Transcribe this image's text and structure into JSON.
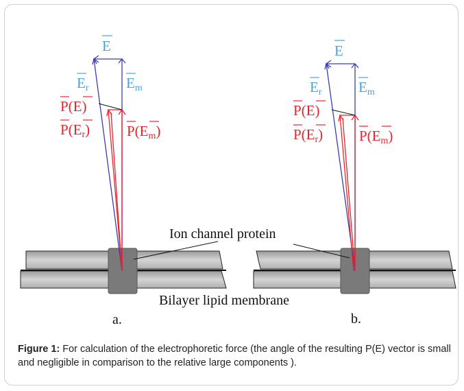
{
  "figure": {
    "vectors": {
      "E": "E",
      "Er_main": "E",
      "Er_sub": "r",
      "Em_main": "E",
      "Em_sub": "m",
      "PE": "P(E)",
      "PEr_main": "P(E",
      "PEr_sub": "r",
      "PEr_close": ")",
      "PEm_main": "P(E",
      "PEm_sub": "m",
      "PEm_close": ")"
    },
    "labels": {
      "ion_channel": "Ion channel protein",
      "membrane": "Bilayer lipid membrane",
      "panel_a": "a.",
      "panel_b": "b."
    },
    "colors": {
      "blue_vector": "#3b3bb0",
      "blue_label": "#4aa3d8",
      "red_vector": "#e8232b",
      "membrane_gray": "#c8c8c8",
      "protein_gray": "#7a7a7a"
    }
  },
  "caption": {
    "prefix": "Figure 1:",
    "text": " For calculation of the electrophoretic force (the angle of the resulting P(E) vector is small and negligible in comparison to the relative large components )."
  }
}
